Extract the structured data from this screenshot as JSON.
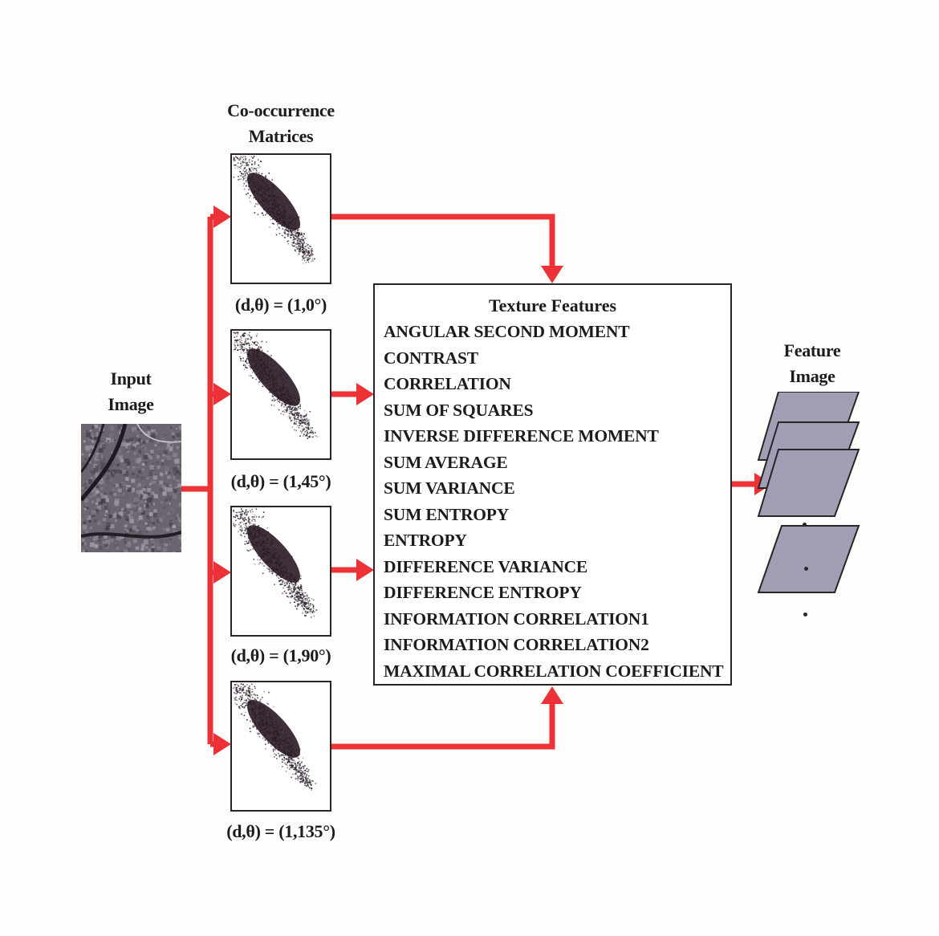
{
  "input": {
    "title_line1": "Input",
    "title_line2": "Image"
  },
  "matrices": {
    "title_line1": "Co-occurrence",
    "title_line2": "Matrices",
    "items": [
      {
        "label": "(d,θ) = (1,0°)"
      },
      {
        "label": "(d,θ) = (1,45°)"
      },
      {
        "label": "(d,θ) = (1,90°)"
      },
      {
        "label": "(d,θ) = (1,135°)"
      }
    ]
  },
  "features": {
    "title": "Texture Features",
    "items": [
      "ANGULAR SECOND MOMENT",
      "CONTRAST",
      "CORRELATION",
      "SUM OF SQUARES",
      "INVERSE DIFFERENCE MOMENT",
      "SUM AVERAGE",
      "SUM VARIANCE",
      "SUM ENTROPY",
      "ENTROPY",
      "DIFFERENCE VARIANCE",
      "DIFFERENCE ENTROPY",
      "INFORMATION CORRELATION1",
      "INFORMATION CORRELATION2",
      "MAXIMAL CORRELATION COEFFICIENT"
    ]
  },
  "output": {
    "title_line1": "Feature",
    "title_line2": "Image"
  },
  "colors": {
    "arrow": "#ec3236",
    "scatter": "#2a1a26",
    "plane": "#a19fb3",
    "plane_border": "#2a2428",
    "input_image": "#6b6570"
  }
}
